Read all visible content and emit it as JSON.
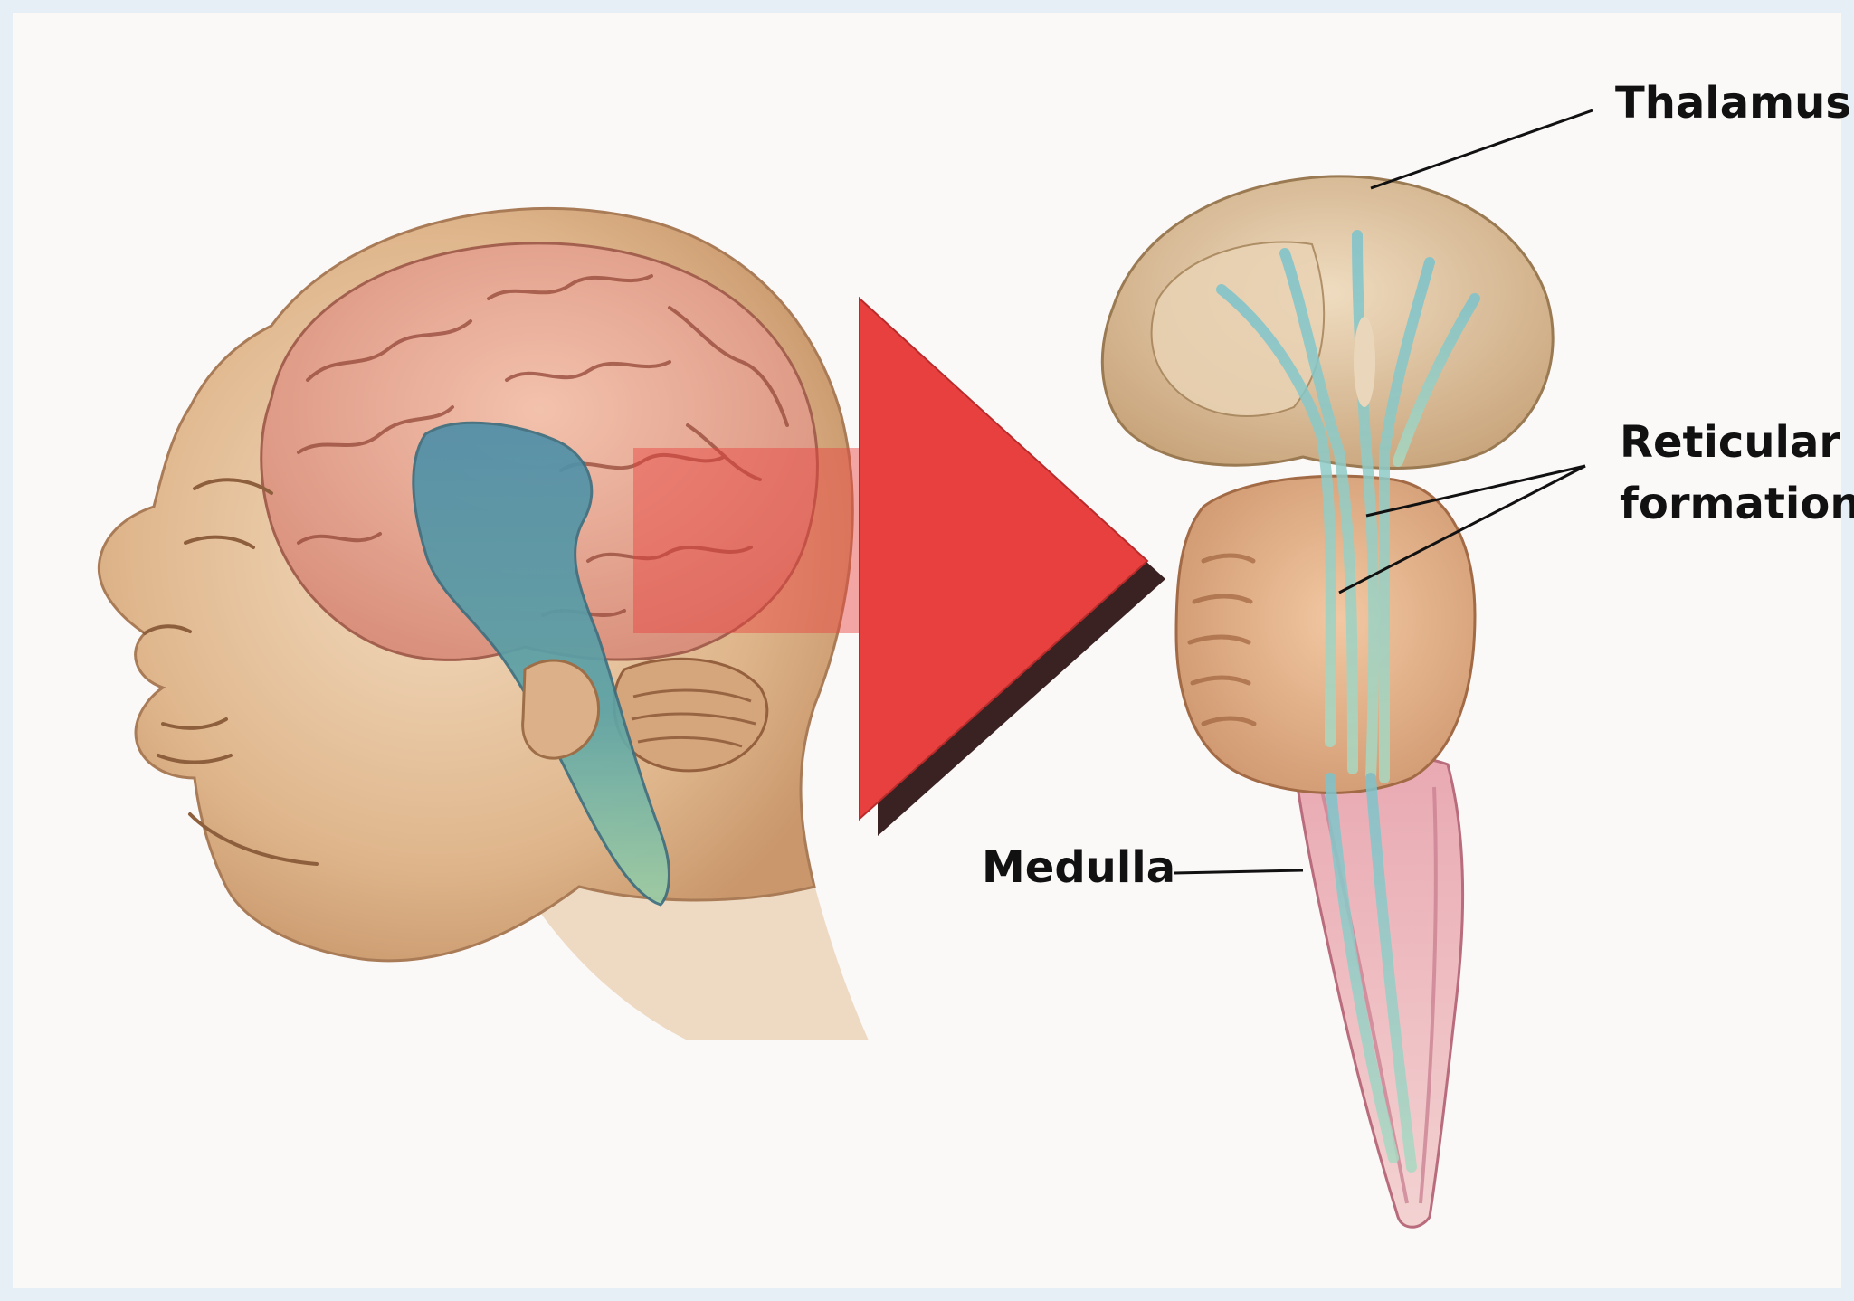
{
  "diagram": {
    "labels": {
      "thalamus": "Thalamus",
      "reticular_line1": "Reticular",
      "reticular_line2": "formation",
      "medulla": "Medulla"
    },
    "colors": {
      "frame": "#e6eef6",
      "panel": "#fbf8f8",
      "arrow": "#e8403f",
      "arrow_shadow": "#3a2222",
      "skin": "#e6c49f",
      "brain_pink": "#e9a38f",
      "brainstem_blue": "#5b9aa5",
      "cerebellum": "#cf9a72",
      "thalamus_tan": "#dcc3a0",
      "medulla_pink": "#d98a9a",
      "label_text": "#111111"
    }
  }
}
